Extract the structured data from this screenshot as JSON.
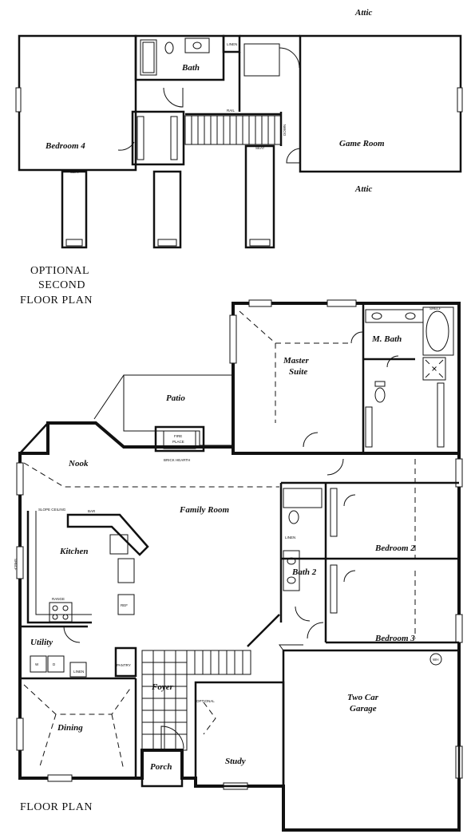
{
  "second_floor": {
    "title_lines": [
      "OPTIONAL",
      "SECOND",
      "FLOOR PLAN"
    ],
    "rooms": {
      "bath": "Bath",
      "bedroom4": "Bedroom 4",
      "game_room": "Game Room",
      "attic_top": "Attic",
      "attic_bottom": "Attic"
    },
    "labels": {
      "linen": "LINEN",
      "rail": "RAIL",
      "seat_left": "SEAT",
      "seat_right": "SEAT",
      "down": "DOWN"
    }
  },
  "first_floor": {
    "title": "FLOOR PLAN",
    "rooms": {
      "master_suite_1": "Master",
      "master_suite_2": "Suite",
      "m_bath": "M. Bath",
      "patio": "Patio",
      "nook": "Nook",
      "family_room": "Family Room",
      "kitchen": "Kitchen",
      "bedroom2": "Bedroom 2",
      "bath2": "Bath 2",
      "bedroom3": "Bedroom 3",
      "utility": "Utility",
      "foyer": "Foyer",
      "dining": "Dining",
      "study": "Study",
      "porch": "Porch",
      "garage_1": "Two Car",
      "garage_2": "Garage"
    },
    "labels": {
      "fireplace_1": "FIRE",
      "fireplace_2": "PLACE",
      "brick_hearth": "BRICK HEARTH",
      "slope_clg": "SLOPE CEILING",
      "bar": "BAR",
      "range": "RANGE",
      "ref": "REF",
      "pantry": "PANTRY",
      "linen_util": "LINEN",
      "linen_bath": "LINEN",
      "shelf": "SHELF",
      "wh": "WH",
      "optional": "OPTIONAL",
      "w": "W",
      "d": "D",
      "shelf_kitchen": "SHELF"
    }
  }
}
